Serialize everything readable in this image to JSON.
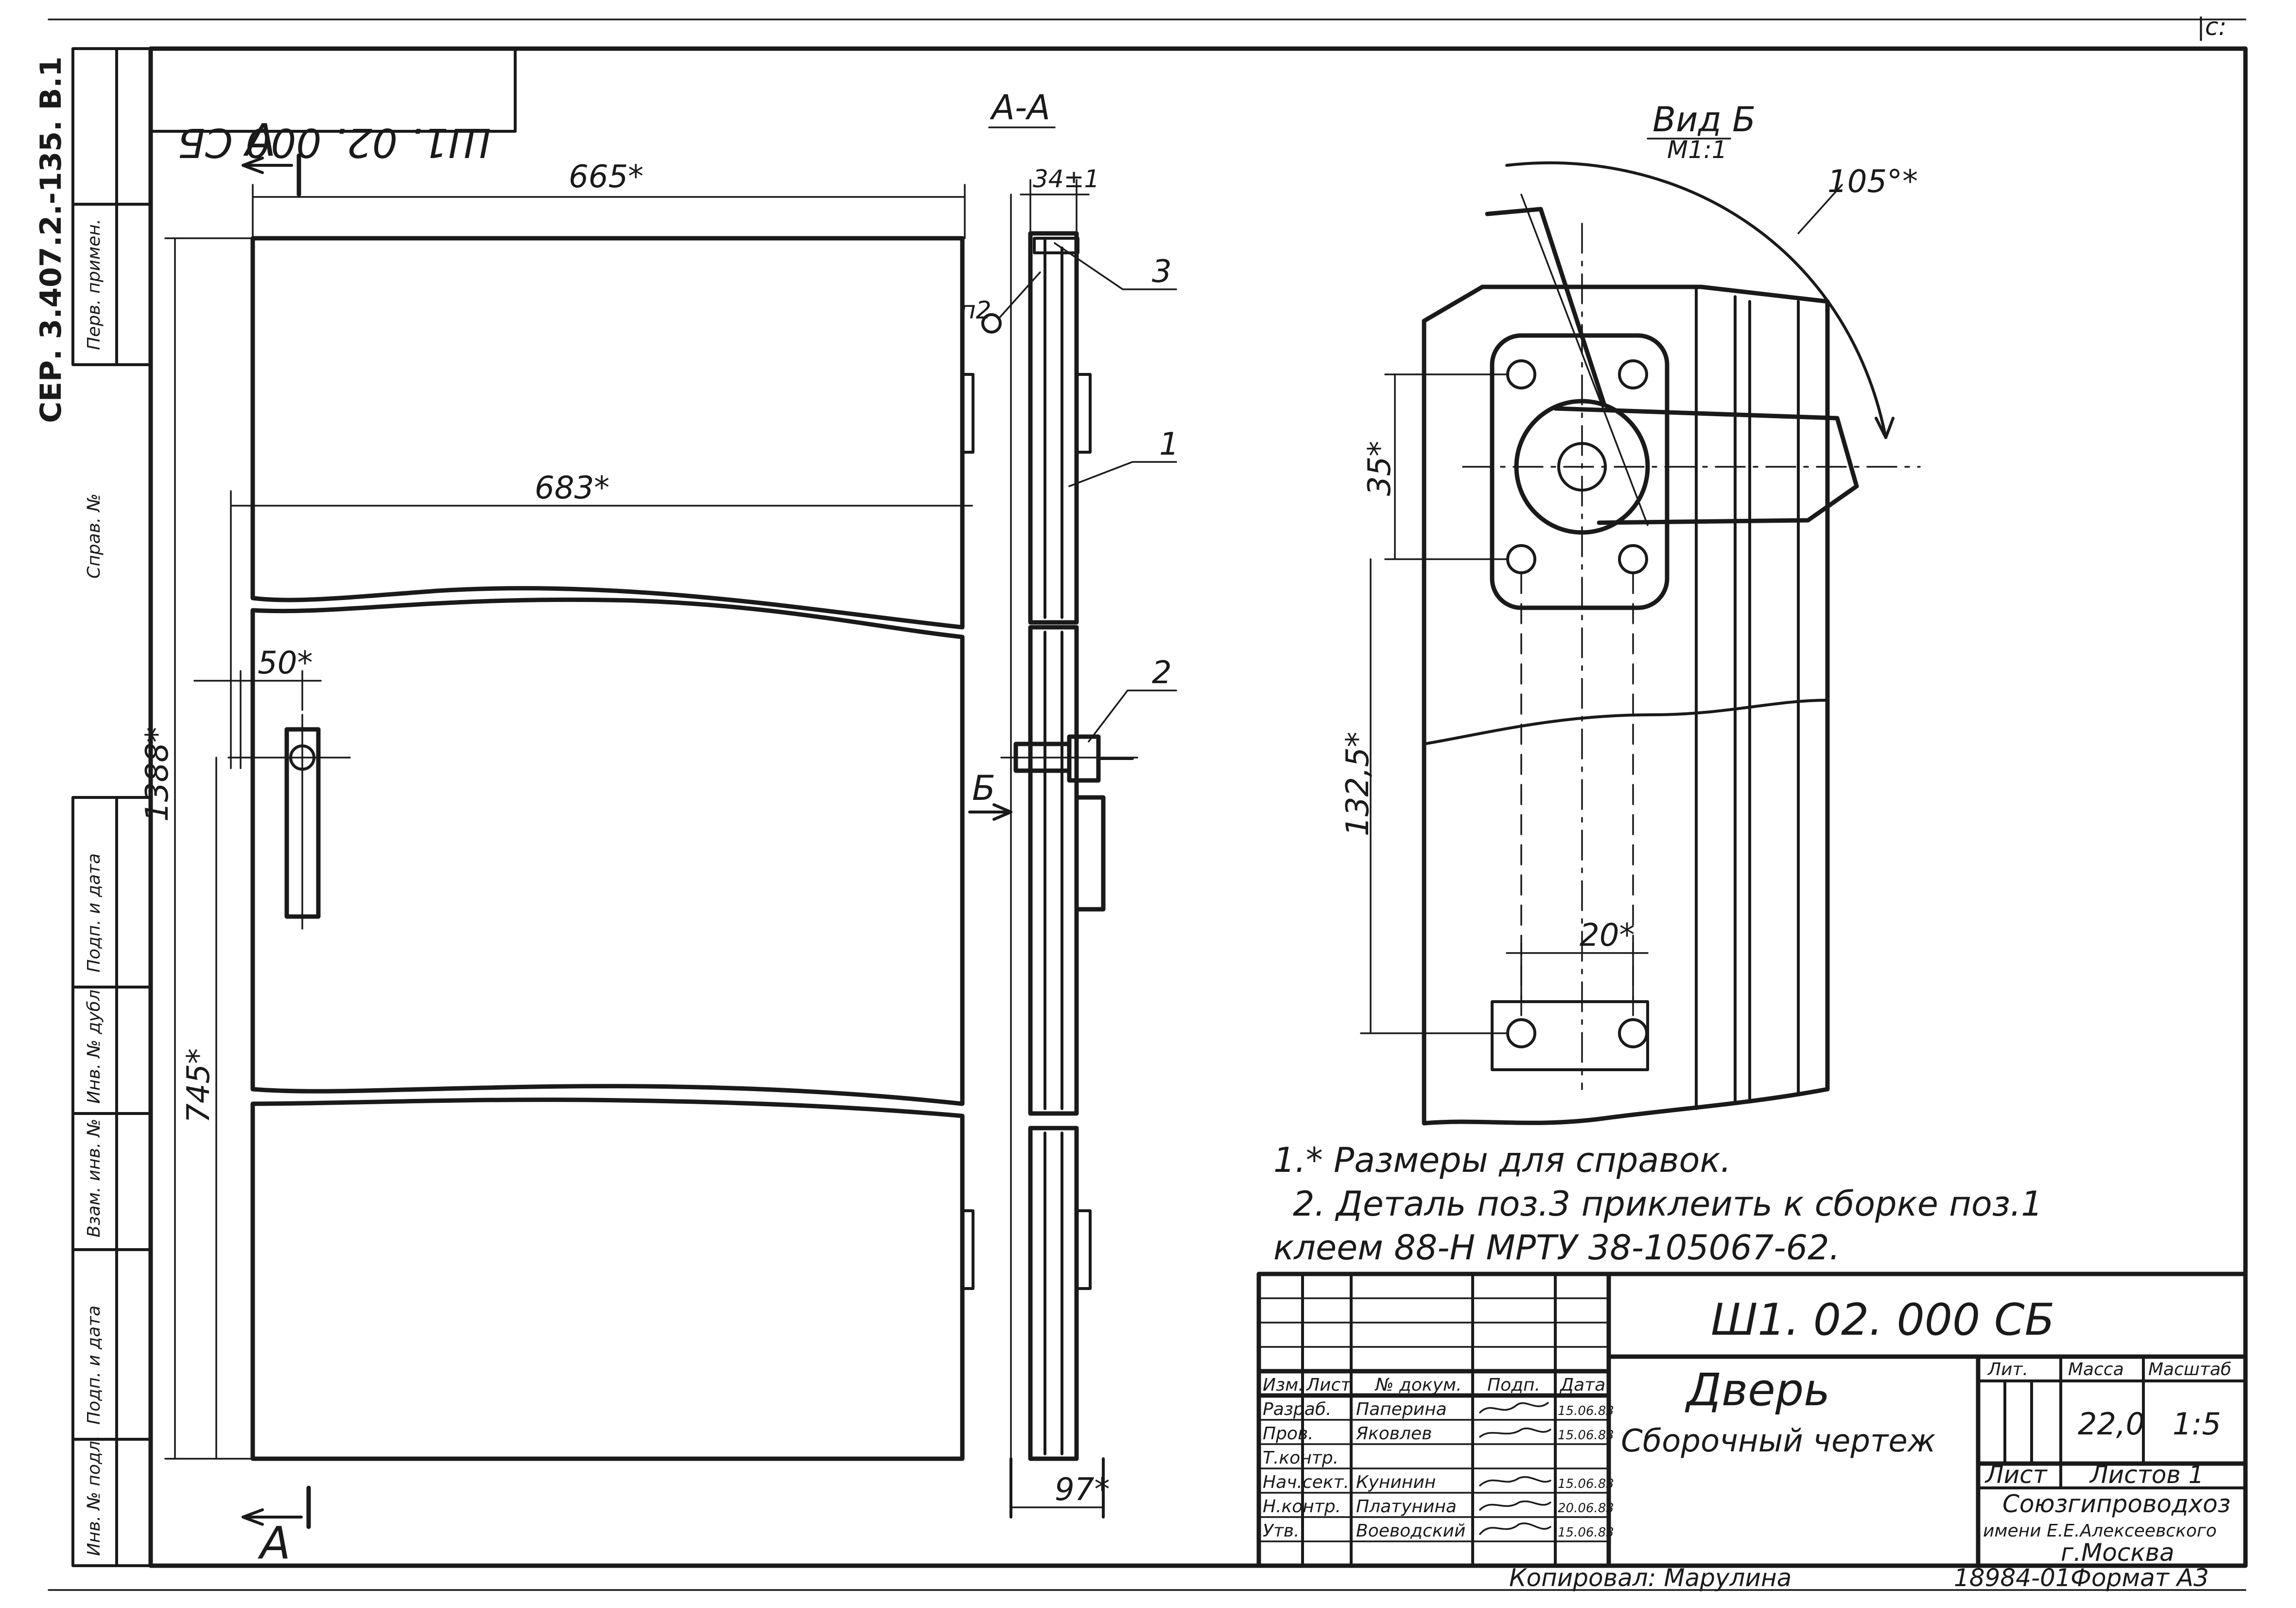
{
  "corner_mark": "|с:",
  "sidebar": {
    "series": "СЕР. 3.407.2.-135. В.1",
    "perv_primen": "Перв. примен.",
    "sprav_no": "Справ. №",
    "podp_data_1": "Подп. и дата",
    "inv_dubl": "Инв. № дубл.",
    "vzam_inv": "Взам. инв. №",
    "podp_data_2": "Подп. и дата",
    "inv_podl": "Инв. № подл."
  },
  "doc_code_mirrored": "Ш1. 02. 000 СБ",
  "front_view": {
    "section_mark_top": "А",
    "section_mark_bottom": "А",
    "dim_665": "665*",
    "dim_683": "683*",
    "dim_50": "50*",
    "dim_1388": "1388*",
    "dim_745": "745*"
  },
  "section_view": {
    "title": "А-А",
    "dim_34": "34±1",
    "pos_3": "3",
    "pos_1": "1",
    "pos_2": "2",
    "weld_note": "п2",
    "view_arrow": "Б",
    "dim_97": "97*"
  },
  "view_b": {
    "title": "Вид Б",
    "scale": "М1:1",
    "angle": "105°*",
    "dim_35": "35*",
    "dim_132": "132,5*",
    "dim_20": "20*"
  },
  "notes": [
    "1.* Размеры для справок.",
    "2. Деталь поз.3 приклеить к сборке поз.1",
    "клеем 88-Н МРТУ 38-105067-62."
  ],
  "title_block": {
    "doc_code": "Ш1. 02. 000 СБ",
    "name": "Дверь",
    "subtitle": "Сборочный чертеж",
    "head_izm": "Изм.",
    "head_list": "Лист",
    "head_doc": "№ докум.",
    "head_podp": "Подп.",
    "head_data": "Дата",
    "rows": [
      {
        "role": "Разраб.",
        "name": "Паперина",
        "date": "15.06.83"
      },
      {
        "role": "Пров.",
        "name": "Яковлев",
        "date": "15.06.83"
      },
      {
        "role": "Т.контр.",
        "name": "",
        "date": ""
      },
      {
        "role": "Нач.сект.",
        "name": "Кунинин",
        "date": "15.06.83"
      },
      {
        "role": "Н.контр.",
        "name": "Платунина",
        "date": "20.06.83"
      },
      {
        "role": "Утв.",
        "name": "Воеводский",
        "date": "15.06.83"
      }
    ],
    "lit": "Лит.",
    "massa": "Масса",
    "masshtab": "Масштаб",
    "mass_value": "22,0",
    "scale_value": "1:5",
    "list_label": "Лист",
    "listov_label": "Листов 1",
    "org_line1": "Союзгипроводхоз",
    "org_line2": "имени Е.Е.Алексеевского",
    "org_line3": "г.Москва"
  },
  "footer": {
    "copied_by": "Копировал: Марулина",
    "sheet_no": "18984-01",
    "format": "Формат А3"
  }
}
